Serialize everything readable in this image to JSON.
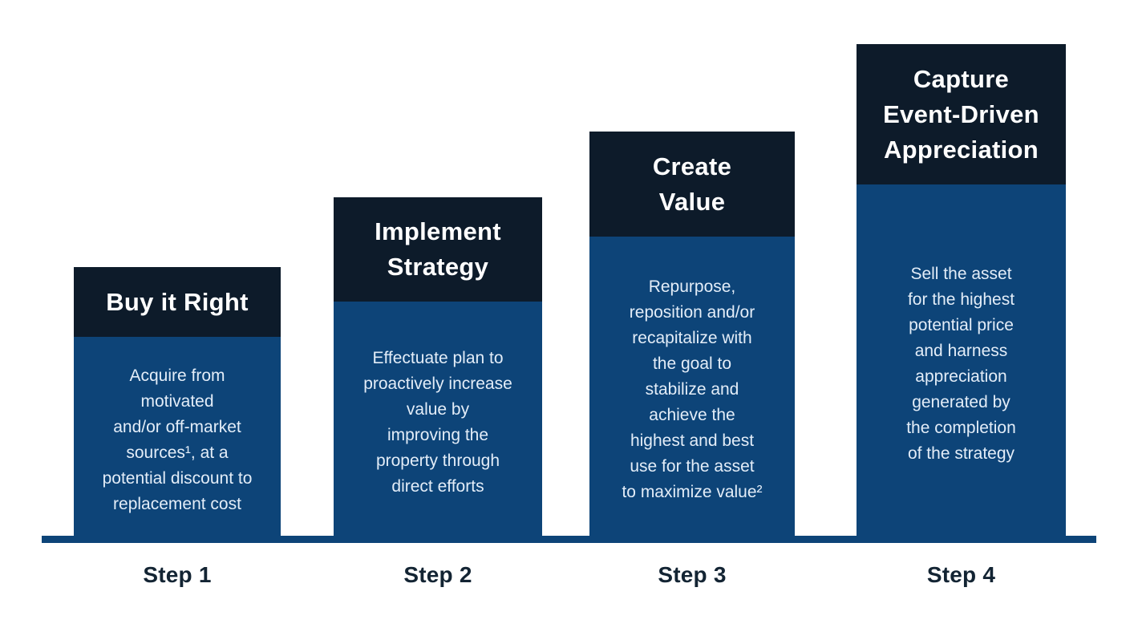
{
  "chart": {
    "type": "process-steps",
    "steps": [
      {
        "label": "Step 1",
        "title": "Buy it Right",
        "description": "Acquire from\nmotivated\nand/or off-market\nsources¹, at a\npotential discount to\nreplacement cost"
      },
      {
        "label": "Step 2",
        "title": "Implement\nStrategy",
        "description": "Effectuate plan to\nproactively increase\nvalue by\nimproving the\nproperty through\ndirect efforts"
      },
      {
        "label": "Step 3",
        "title": "Create\nValue",
        "description": "Repurpose,\nreposition and/or\nrecapitalize with\nthe goal to\nstabilize and\nachieve the\nhighest and best\nuse for the asset\nto maximize value²"
      },
      {
        "label": "Step 4",
        "title": "Capture\nEvent-Driven\nAppreciation",
        "description": "Sell the asset\nfor the highest\npotential price\nand harness\nappreciation\ngenerated by\nthe completion\nof the strategy"
      }
    ],
    "colors": {
      "header_navy": "#0d1b2a",
      "body_blue": "#0d4478",
      "baseline_blue": "#0d4478",
      "title_text": "#ffffff",
      "body_text": "#e3edf8",
      "step_label_text": "#132433",
      "background": "#ffffff"
    }
  }
}
